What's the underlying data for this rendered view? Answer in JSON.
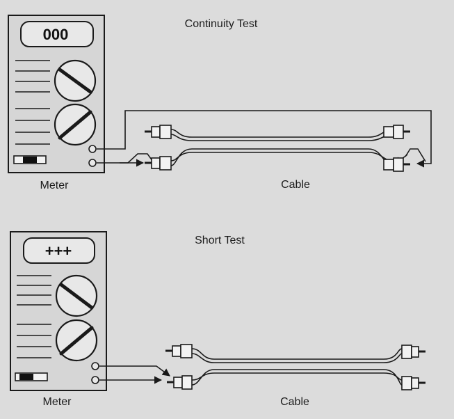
{
  "continuity": {
    "title": "Continuity Test",
    "display": "000",
    "meter_label": "Meter",
    "cable_label": "Cable"
  },
  "short": {
    "title": "Short Test",
    "display": "+++",
    "meter_label": "Meter",
    "cable_label": "Cable"
  },
  "colors": {
    "background": "#dcdcdc",
    "ink": "#1a1a1a",
    "panel": "#d6d6d6"
  }
}
